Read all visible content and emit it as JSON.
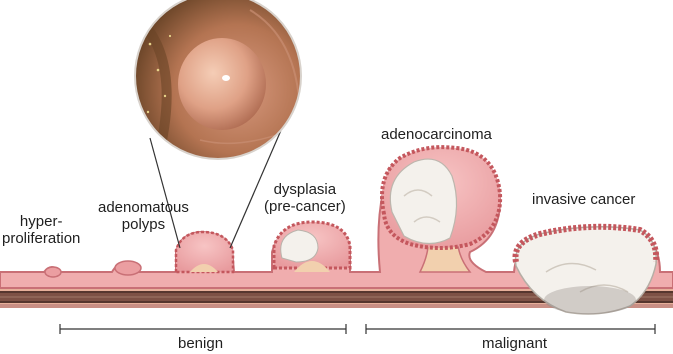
{
  "stages": {
    "hyperproliferation": [
      "hyper-",
      "proliferation"
    ],
    "adenomatous_polyps": [
      "adenomatous",
      "polyps"
    ],
    "dysplasia": [
      "dysplasia",
      "(pre-cancer)"
    ],
    "adenocarcinoma": "adenocarcinoma",
    "invasive_cancer": "invasive cancer"
  },
  "ranges": {
    "benign": "benign",
    "malignant": "malignant"
  },
  "colors": {
    "mucosa": "#f0adae",
    "mucosa_edge": "#c97076",
    "tumor_crust": "#c4575d",
    "tumor_core": "#f4f1ec",
    "stalk": "#f2d0ae",
    "muscle_layer": "#8a5a4e",
    "muscle_dark": "#5b3a31",
    "scale_line": "#333333"
  },
  "icons": {
    "inset": "endoscopic-polyp-photo"
  }
}
